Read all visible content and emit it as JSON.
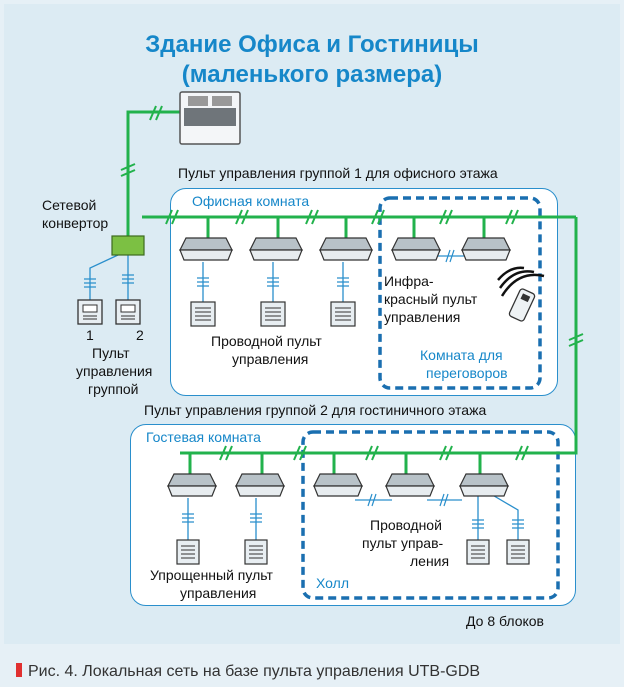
{
  "title": {
    "line1": "Здание Офиса и Гостиницы",
    "line2": "(маленького размера)"
  },
  "labels": {
    "group1": "Пульт управления группой 1 для офисного этажа",
    "network_converter_l1": "Сетевой",
    "network_converter_l2": "конвертор",
    "office_room": "Офисная комната",
    "ir_remote_l1": "Инфра-",
    "ir_remote_l2": "красный пульт",
    "ir_remote_l3": "управления",
    "wired_remote_l1": "Проводной пульт",
    "wired_remote_l2": "управления",
    "meeting_l1": "Комната для",
    "meeting_l2": "переговоров",
    "remote_1": "1",
    "remote_2": "2",
    "group_remote_l1": "Пульт",
    "group_remote_l2": "управления",
    "group_remote_l3": "группой",
    "group2": "Пульт управления группой 2 для гостиничного этажа",
    "guest_room": "Гостевая комната",
    "wired2_l1": "Проводной",
    "wired2_l2": "пульт управ-",
    "wired2_l3": "ления",
    "simple_l1": "Упрощенный пульт",
    "simple_l2": "управления",
    "hall": "Холл",
    "up_to_8": "До 8 блоков"
  },
  "caption": "Рис. 4. Локальная сеть на базе пульта управления UTB-GDB",
  "colors": {
    "line": "#22b24c",
    "border": "#2a8fcc",
    "accent": "#1687c9",
    "caption_marker": "#e03030"
  }
}
